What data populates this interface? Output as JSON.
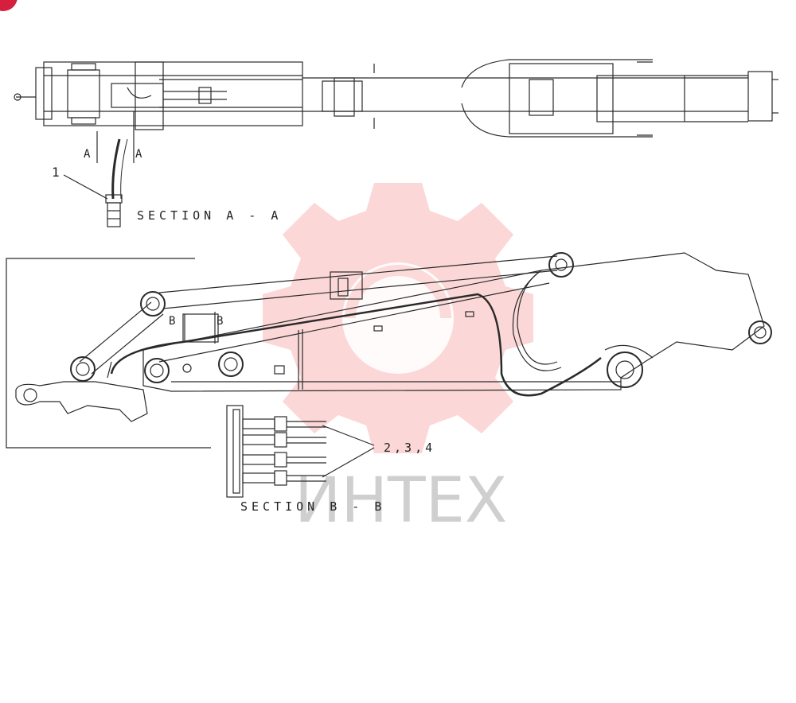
{
  "labels": {
    "section_aa": "SECTION A - A",
    "section_bb": "SECTION B - B",
    "callout_1": "1",
    "callout_234": "2,3,4",
    "marker_a": "A",
    "marker_b": "B"
  },
  "watermark": {
    "text": "ИНТЕХ",
    "color": "#f28b8b"
  },
  "badge": {
    "color": "#d61f3c"
  }
}
